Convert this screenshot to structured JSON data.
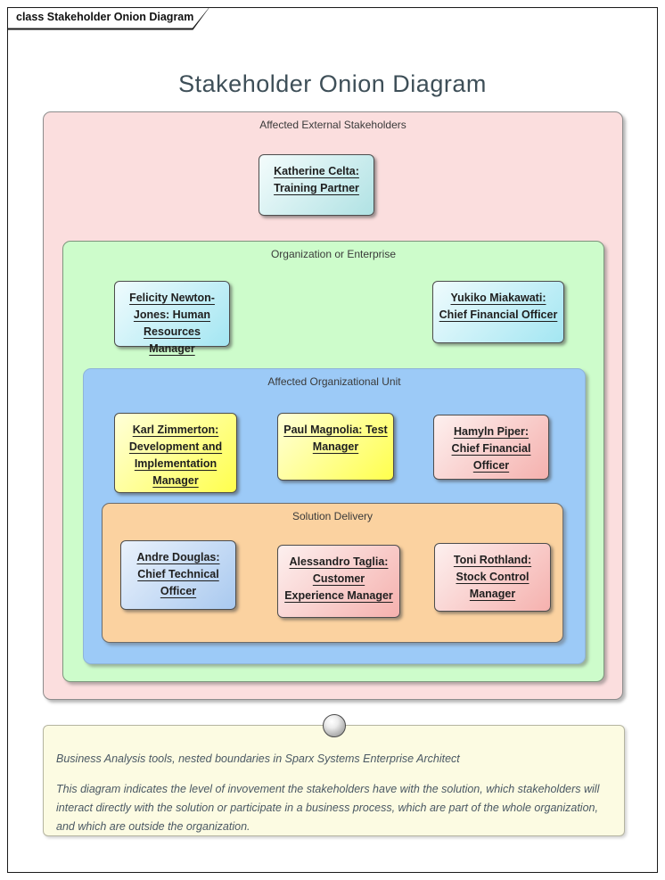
{
  "frame": {
    "tab_label": "class Stakeholder Onion Diagram"
  },
  "title": "Stakeholder Onion Diagram",
  "boundaries": {
    "external": {
      "label": "Affected External Stakeholders",
      "fill": "#fbdede"
    },
    "organization": {
      "label": "Organization or Enterprise",
      "fill": "#cdfccb"
    },
    "org_unit": {
      "label": "Affected Organizational Unit",
      "fill": "#9ccaf7"
    },
    "solution_delivery": {
      "label": "Solution Delivery",
      "fill": "#fbd2a0"
    }
  },
  "stakeholders": {
    "katherine": {
      "text": "Katherine Celta: Training Partner",
      "fill": "#b0e2e4"
    },
    "felicity": {
      "text": "Felicity Newton-Jones: Human Resources Manager",
      "fill": "#a3e6f2"
    },
    "yukiko": {
      "text": "Yukiko Miakawati: Chief Financial Officer",
      "fill": "#a3e6f2"
    },
    "karl": {
      "text": "Karl Zimmerton: Development and Implementation Manager",
      "fill": "#ffff4d"
    },
    "paul": {
      "text": "Paul Magnolia: Test Manager",
      "fill": "#ffff4d"
    },
    "hamyln": {
      "text": "Hamyln Piper: Chief Financial Officer",
      "fill": "#f5b1ae"
    },
    "andre": {
      "text": "Andre Douglas: Chief Technical Officer",
      "fill": "#a9c9ef"
    },
    "alessandro": {
      "text": "Alessandro Taglia: Customer Experience Manager",
      "fill": "#f5b1ae"
    },
    "toni": {
      "text": "Toni Rothland: Stock Control Manager",
      "fill": "#f5b1ae"
    }
  },
  "note": {
    "line1": "Business Analysis tools, nested boundaries in Sparx Systems Enterprise Architect",
    "line2": "This diagram indicates the level of invovement the stakeholders have with the solution, which stakeholders will interact directly with the solution or participate in a business process, which are part of the whole organization, and which are outside the organization."
  }
}
